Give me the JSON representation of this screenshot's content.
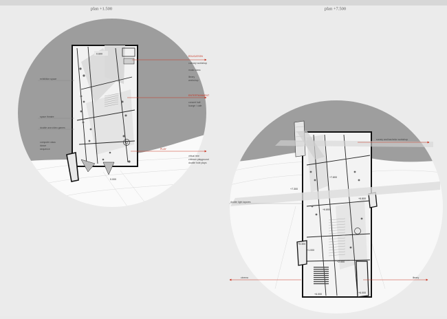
{
  "sheet": {
    "left_title": "plan +1.500",
    "right_title": "plan +7.500"
  },
  "left_plan": {
    "levels": {
      "upper": "0.600",
      "lower": "0.000"
    },
    "categories": {
      "education": "EDUCATION",
      "entertainment": "ENTERTAINMENT",
      "play": "PLAY"
    },
    "notes": {
      "education_1": "culinary workshop",
      "education_2": "music class",
      "education_3": "library",
      "education_4": "workshop",
      "ent_1": "concert hall",
      "ent_2": "lounge / cafe",
      "play_1": "virtual tree",
      "play_2": "children playground",
      "play_3": "double hole plays"
    },
    "left_notes": {
      "n1": "exhibition space",
      "n2": "space theatre",
      "n3": "double ava video games",
      "n4": "computer class",
      "n5": "dance",
      "n6": "sequence"
    }
  },
  "right_plan": {
    "levels": {
      "l1": "+7.300",
      "l2": "+7.800",
      "l3": "+6.800",
      "l4": "+6.800",
      "l5": "+5.300",
      "l6": "+1.000",
      "l7": "+2.000",
      "l8": "+6.000",
      "l9": "+6.000"
    },
    "notes": {
      "survey": "survey and bachelor workshop",
      "bridge": "double light lapares",
      "cinema": "cinema",
      "library": "library"
    }
  }
}
